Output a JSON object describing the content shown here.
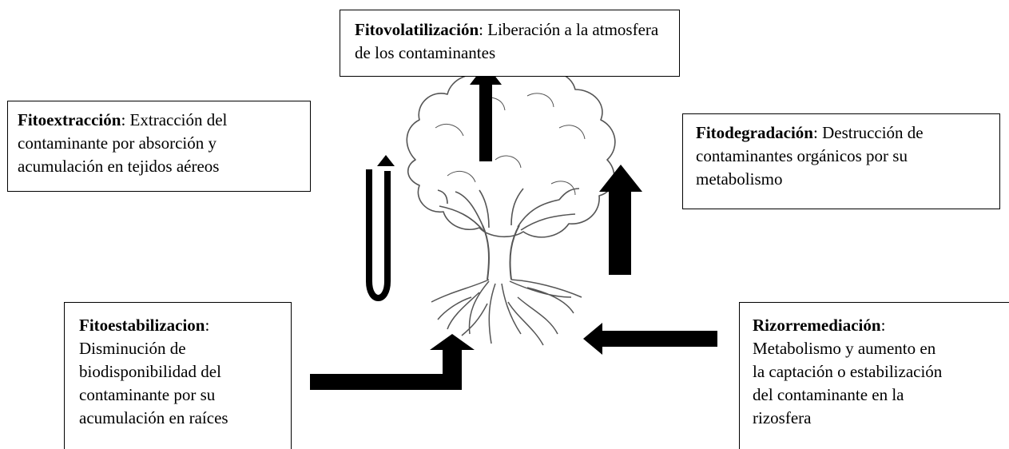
{
  "boxes": {
    "fitovolatilizacion": {
      "title": "Fitovolatilización",
      "desc": ": Liberación a la atmosfera de los contaminantes"
    },
    "fitoextraccion": {
      "title": "Fitoextracción",
      "desc": ": Extracción del contaminante por absorción y acumulación en tejidos aéreos"
    },
    "fitodegradacion": {
      "title": "Fitodegradación",
      "desc": ": Destrucción de contaminantes orgánicos por su metabolismo"
    },
    "fitoestabilizacion": {
      "title": "Fitoestabilizacion",
      "desc_lines": [
        ":",
        "Disminución de",
        "biodisponibilidad del",
        "contaminante por su",
        "acumulación en raíces"
      ]
    },
    "rizorremediacion": {
      "title": "Rizorremediación",
      "desc_lines": [
        ":",
        "Metabolismo y aumento en",
        "la captación o estabilización",
        "del contaminante en la",
        "rizosfera"
      ]
    }
  },
  "colors": {
    "arrow": "#000000",
    "tree_line": "#555555",
    "box_border": "#000000"
  }
}
